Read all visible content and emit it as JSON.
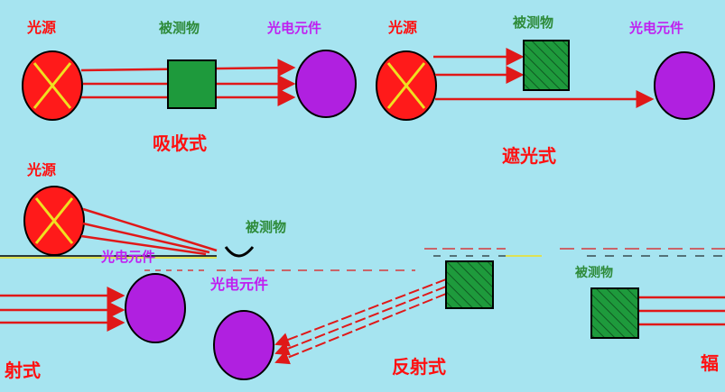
{
  "colors": {
    "background": "#a6e4f0",
    "source_fill": "#ff1a1a",
    "source_cross": "#f0e020",
    "object_fill": "#1e9a3c",
    "receiver_fill": "#b020e0",
    "beam": "#e01818",
    "label_red": "#ff1010",
    "label_green": "#2e8b3a",
    "label_purple": "#c020f0"
  },
  "panels": {
    "absorption": {
      "source_label": "光源",
      "object_label": "被测物",
      "receiver_label": "光电元件",
      "mode_label": "吸收式"
    },
    "blocking": {
      "source_label": "光源",
      "object_label": "被测物",
      "receiver_label": "光电元件",
      "mode_label": "遮光式"
    },
    "reflection": {
      "source_label": "光源",
      "object_label": "被测物",
      "receiver_label": "光电元件",
      "mode_label": "反射式"
    },
    "radiation_partial": {
      "receiver_label": "光电元件",
      "mode_label_partial": "射式",
      "object_label": "被测物",
      "mode_label_edge": "辐"
    }
  }
}
